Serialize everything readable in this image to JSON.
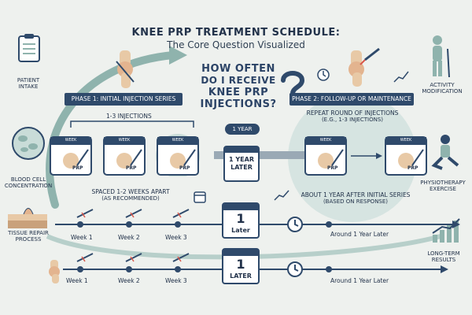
{
  "title": "KNEE PRP TREATMENT SCHEDULE:",
  "subtitle": "The Core Question Visualized",
  "question": {
    "line1": "HOW OFTEN",
    "line2": "DO I RECEIVE",
    "line3": "KNEE PRP",
    "line4": "INJECTIONS?"
  },
  "phase1": {
    "label": "PHASE 1: INITIAL INJECTION SERIES",
    "injections_note": "1-3 INJECTIONS",
    "card_week": "WEEK",
    "card_prp": "PRP",
    "spacing_line1": "SPACED 1-2 WEEKS APART",
    "spacing_line2": "(AS RECOMMENDED)"
  },
  "middle": {
    "interval": "1 YEAR",
    "cal_line1": "1 YEAR",
    "cal_line2": "LATER"
  },
  "phase2": {
    "label": "PHASE 2: FOLLOW-UP OR MAINTENANCE",
    "repeat_line1": "REPEAT ROUND OF INJECTIONS",
    "repeat_line2": "(E.G., 1-3 INJECTIONS)",
    "card_week": "WEEK",
    "card_prp": "PRP",
    "after_line1": "ABOUT 1 YEAR AFTER INITIAL SERIES",
    "after_line2": "(BASED ON RESPONSE)"
  },
  "side_labels": {
    "patient_intake": [
      "PATIENT",
      "INTAKE"
    ],
    "blood_cell": [
      "BLOOD CELL",
      "CONCENTRATION"
    ],
    "tissue_repair": [
      "TISSUE REPAIR",
      "PROCESS"
    ],
    "activity": [
      "ACTIVITY",
      "MODIFICATION"
    ],
    "physio": [
      "PHYSIOTHERAPY",
      "EXERCISE"
    ],
    "results": [
      "LONG-TERM",
      "RESULTS"
    ]
  },
  "timeline1": {
    "weeks": [
      "Week 1",
      "Week 2",
      "Week 3"
    ],
    "cal_num": "1",
    "cal_word": "Later",
    "end_label": "Around 1 Year Later"
  },
  "timeline2": {
    "weeks": [
      "Week 1",
      "Week 2",
      "Week 3"
    ],
    "cal_num": "1",
    "cal_word": "LATER",
    "end_label": "Around 1 Year Later"
  },
  "colors": {
    "navy": "#2f4a6b",
    "teal": "#8fb3ad",
    "light_teal": "#c9dcd8",
    "background": "#eef1ee",
    "skin": "#e8c9a6",
    "accent_red": "#d8574a"
  }
}
